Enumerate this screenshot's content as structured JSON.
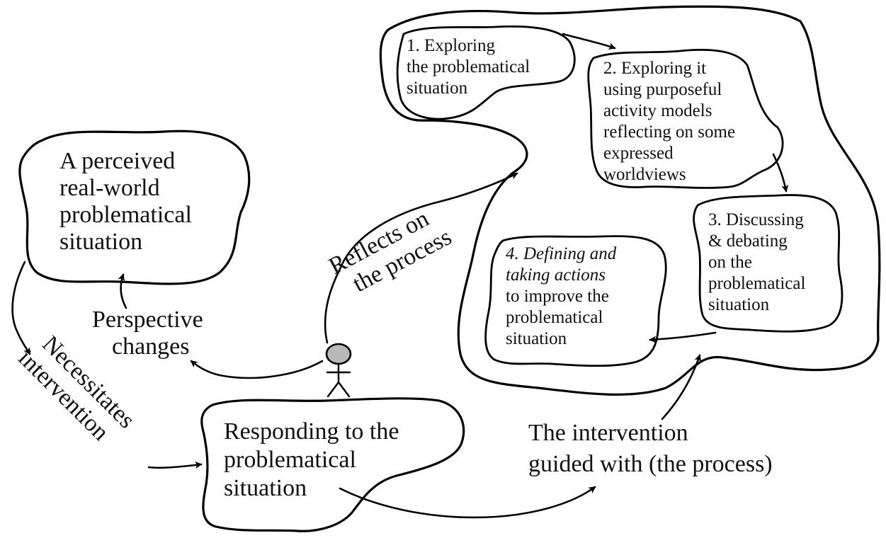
{
  "nodes": {
    "perceived": [
      "A perceived",
      "real-world",
      "problematical",
      "situation"
    ],
    "responding": [
      "Responding to the",
      "problematical",
      "situation"
    ],
    "step1": [
      "1. Exploring",
      "the problematical",
      "situation"
    ],
    "step2": [
      "2. Exploring it",
      "using purposeful",
      "activity models",
      "reflecting on some",
      "expressed",
      "worldviews"
    ],
    "step3": [
      "3. Discussing",
      "& debating",
      "on the",
      "problematical",
      "situation"
    ],
    "step4": {
      "italic": [
        "4. Defining and",
        "taking actions"
      ],
      "normal": [
        "to improve the",
        "problematical",
        "situation"
      ]
    }
  },
  "labels": {
    "reflects": [
      "Reflects on",
      "the process"
    ],
    "perspective": [
      "Perspective",
      "changes"
    ],
    "necessitates": [
      "Necessitates",
      "intervention"
    ],
    "intervention": [
      "The intervention",
      "guided with (the process)"
    ]
  }
}
